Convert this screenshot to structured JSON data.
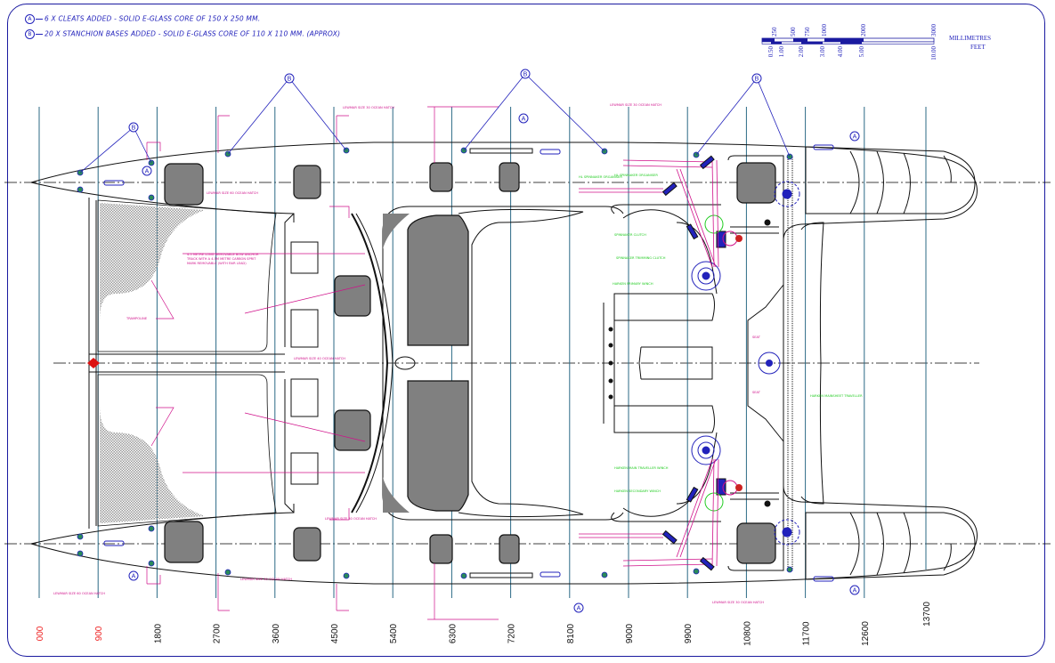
{
  "notes": [
    {
      "letter": "A",
      "text": "6 X CLEATS ADDED - SOLID E-GLASS CORE OF 150 X 250 MM."
    },
    {
      "letter": "B",
      "text": "20 X STANCHION BASES ADDED - SOLID E-GLASS CORE OF 110 X 110 MM. (APPROX)"
    }
  ],
  "scale": {
    "mm_label": "MILLIMETRES",
    "ft_label": "FEET",
    "mm_ticks": [
      "250",
      "500",
      "750",
      "1000",
      "2000",
      "3000"
    ],
    "ft_ticks": [
      "0.50",
      "1.00",
      "2.00",
      "3.00",
      "4.00",
      "5.00",
      "10.00"
    ]
  },
  "stations": [
    "000",
    "900",
    "1800",
    "2700",
    "3600",
    "4500",
    "5400",
    "6300",
    "7200",
    "8100",
    "9000",
    "9900",
    "10800",
    "11700",
    "12600",
    "13700"
  ],
  "stations_red": [
    "000",
    "900"
  ],
  "balloons": [
    "A",
    "B"
  ],
  "labels": {
    "hatch_60": "LEWMAR SIZE 60 OCEAN HATCH",
    "hatch_40": "LEWMAR SIZE 40 OCEAN HATCH",
    "hatch_30": "LEWMAR SIZE 30 OCEAN HATCH",
    "trampoline": "TRAMPOLINE",
    "seat": "SEAT",
    "tramp_note_1": "4.5 METRE LONG REMOVABLE BOW ANCHOR",
    "tramp_note_2": "TRACK WITH A 4.5M METRE CARBON SPRIT",
    "tramp_note_3": "MARK REMOVABLE (WITH FAIR LEAD)"
  },
  "green_labels": [
    "HL SPINNAKER ORGANISER",
    "HL SPINNAKER ORGANISER",
    "SPINNAKER CLUTCH",
    "SPINNAKER TRIMMING CLUTCH",
    "HARKEN PRIMARY WINCH",
    "HARKEN MAINSHEET TRAVELLER",
    "HARKEN SECONDARY WINCH",
    "HARKEN MAIN TRAVELLER WINCH"
  ],
  "colors": {
    "station_line": "#2b6a86",
    "frame": "#1a1aa0",
    "annotation": "#d0108a",
    "hardware": "#22cc22",
    "balloon": "#2222bb",
    "hatch_fill": "#808080"
  }
}
